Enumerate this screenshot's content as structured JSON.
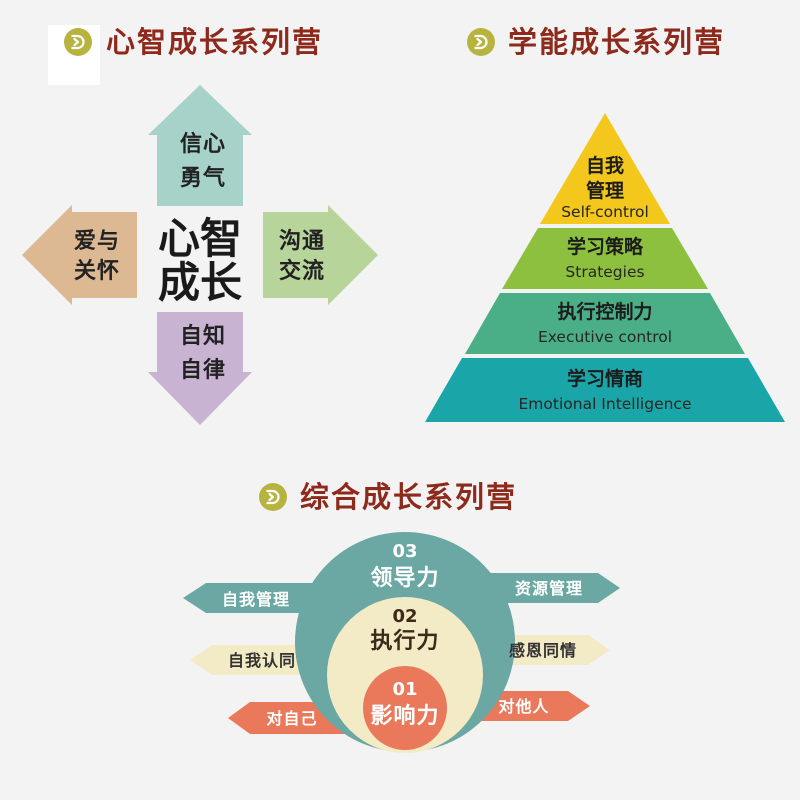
{
  "icon": "arrow-circle-icon",
  "colors": {
    "title": "#8e2a1b",
    "icon": "#b7b33f",
    "arrow_up": "#a6d2c9",
    "arrow_left": "#dcb893",
    "arrow_right": "#b7d49b",
    "arrow_down": "#c8b3d3",
    "layer_1": "#f3c71b",
    "layer_2": "#8dc03f",
    "layer_3": "#4aae86",
    "layer_4": "#1aa5a8",
    "ring_outer": "#6ba7a3",
    "ring_middle": "#f3eac6",
    "ring_inner": "#e9795a"
  },
  "mind": {
    "title": "心智成长系列营",
    "center": [
      "心智",
      "成长"
    ],
    "up": [
      "信心",
      "勇气"
    ],
    "left": [
      "爱与",
      "关怀"
    ],
    "right": [
      "沟通",
      "交流"
    ],
    "down": [
      "自知",
      "自律"
    ]
  },
  "learning": {
    "title": "学能成长系列营",
    "layers": [
      {
        "cn": [
          "自我",
          "管理"
        ],
        "en": "Self-control"
      },
      {
        "cn": [
          "学习策略"
        ],
        "en": "Strategies"
      },
      {
        "cn": [
          "执行控制力"
        ],
        "en": "Executive control"
      },
      {
        "cn": [
          "学习情商"
        ],
        "en": "Emotional Intelligence"
      }
    ]
  },
  "comprehensive": {
    "title": "综合成长系列营",
    "rings": [
      {
        "num": "03",
        "label": "领导力"
      },
      {
        "num": "02",
        "label": "执行力"
      },
      {
        "num": "01",
        "label": "影响力"
      }
    ],
    "left_arrows": [
      "自我管理",
      "自我认同",
      "对自己"
    ],
    "right_arrows": [
      "资源管理",
      "感恩同情",
      "对他人"
    ]
  }
}
